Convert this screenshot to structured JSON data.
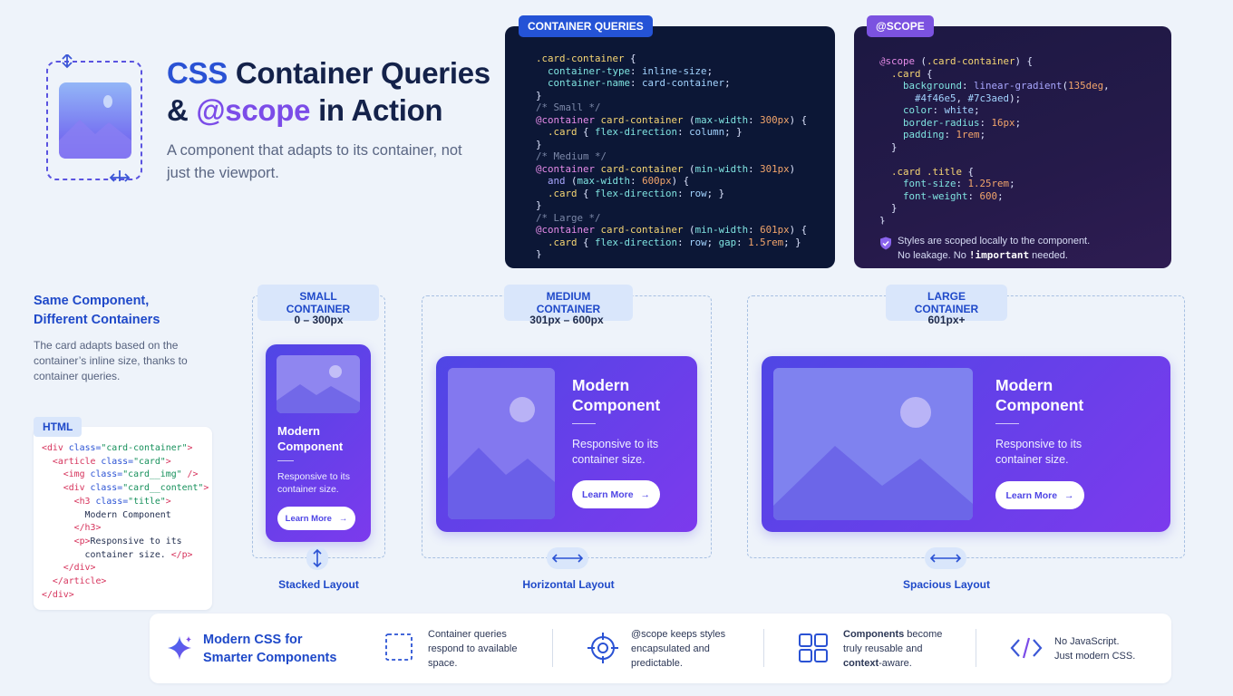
{
  "header": {
    "title_css": "CSS",
    "title_cq": "Container Queries",
    "title_amp": "&",
    "title_scope": "@scope",
    "title_rest": "in Action",
    "subtitle": "A component that adapts to its container, not just the viewport."
  },
  "panels": {
    "container_queries_tag": "CONTAINER QUERIES",
    "scope_tag": "@SCOPE",
    "scope_note_line1": "Styles are scoped locally to the component.",
    "scope_note_line2a": "No leakage. No ",
    "scope_note_important": "!important",
    "scope_note_line2b": " needed."
  },
  "left": {
    "title_line1": "Same Component,",
    "title_line2": "Different Containers",
    "desc": "The card adapts based on the container’s inline size, thanks to container queries.",
    "html_tag": "HTML"
  },
  "containers": [
    {
      "tag": "SMALL CONTAINER",
      "range": "0 – 300px",
      "layout": "Stacked Layout"
    },
    {
      "tag": "MEDIUM CONTAINER",
      "range": "301px – 600px",
      "layout": "Horizontal Layout"
    },
    {
      "tag": "LARGE CONTAINER",
      "range": "601px+",
      "layout": "Spacious Layout"
    }
  ],
  "card": {
    "title_line1": "Modern",
    "title_line2": "Component",
    "desc_line1": "Responsive to its",
    "desc_line2": "container size.",
    "button": "Learn More"
  },
  "footer": {
    "title_line1": "Modern CSS for",
    "title_line2": "Smarter Components",
    "item1_l1": "Container queries",
    "item1_l2": "respond to available",
    "item1_l3": "space.",
    "item2_l1": "@scope keeps styles",
    "item2_l2": "encapsulated and",
    "item2_l3": "predictable.",
    "item3_l1a": "Components",
    "item3_l1b": " become",
    "item3_l2": "truly reusable and",
    "item3_l3a": "context",
    "item3_l3b": "-aware.",
    "item4_l1": "No JavaScript.",
    "item4_l2": "Just modern CSS."
  },
  "colors": {
    "accent_blue": "#2a52d4",
    "accent_purple": "#7b4ce8",
    "card_gradient_start": "#4f46e5",
    "card_gradient_end": "#7c3aed"
  }
}
